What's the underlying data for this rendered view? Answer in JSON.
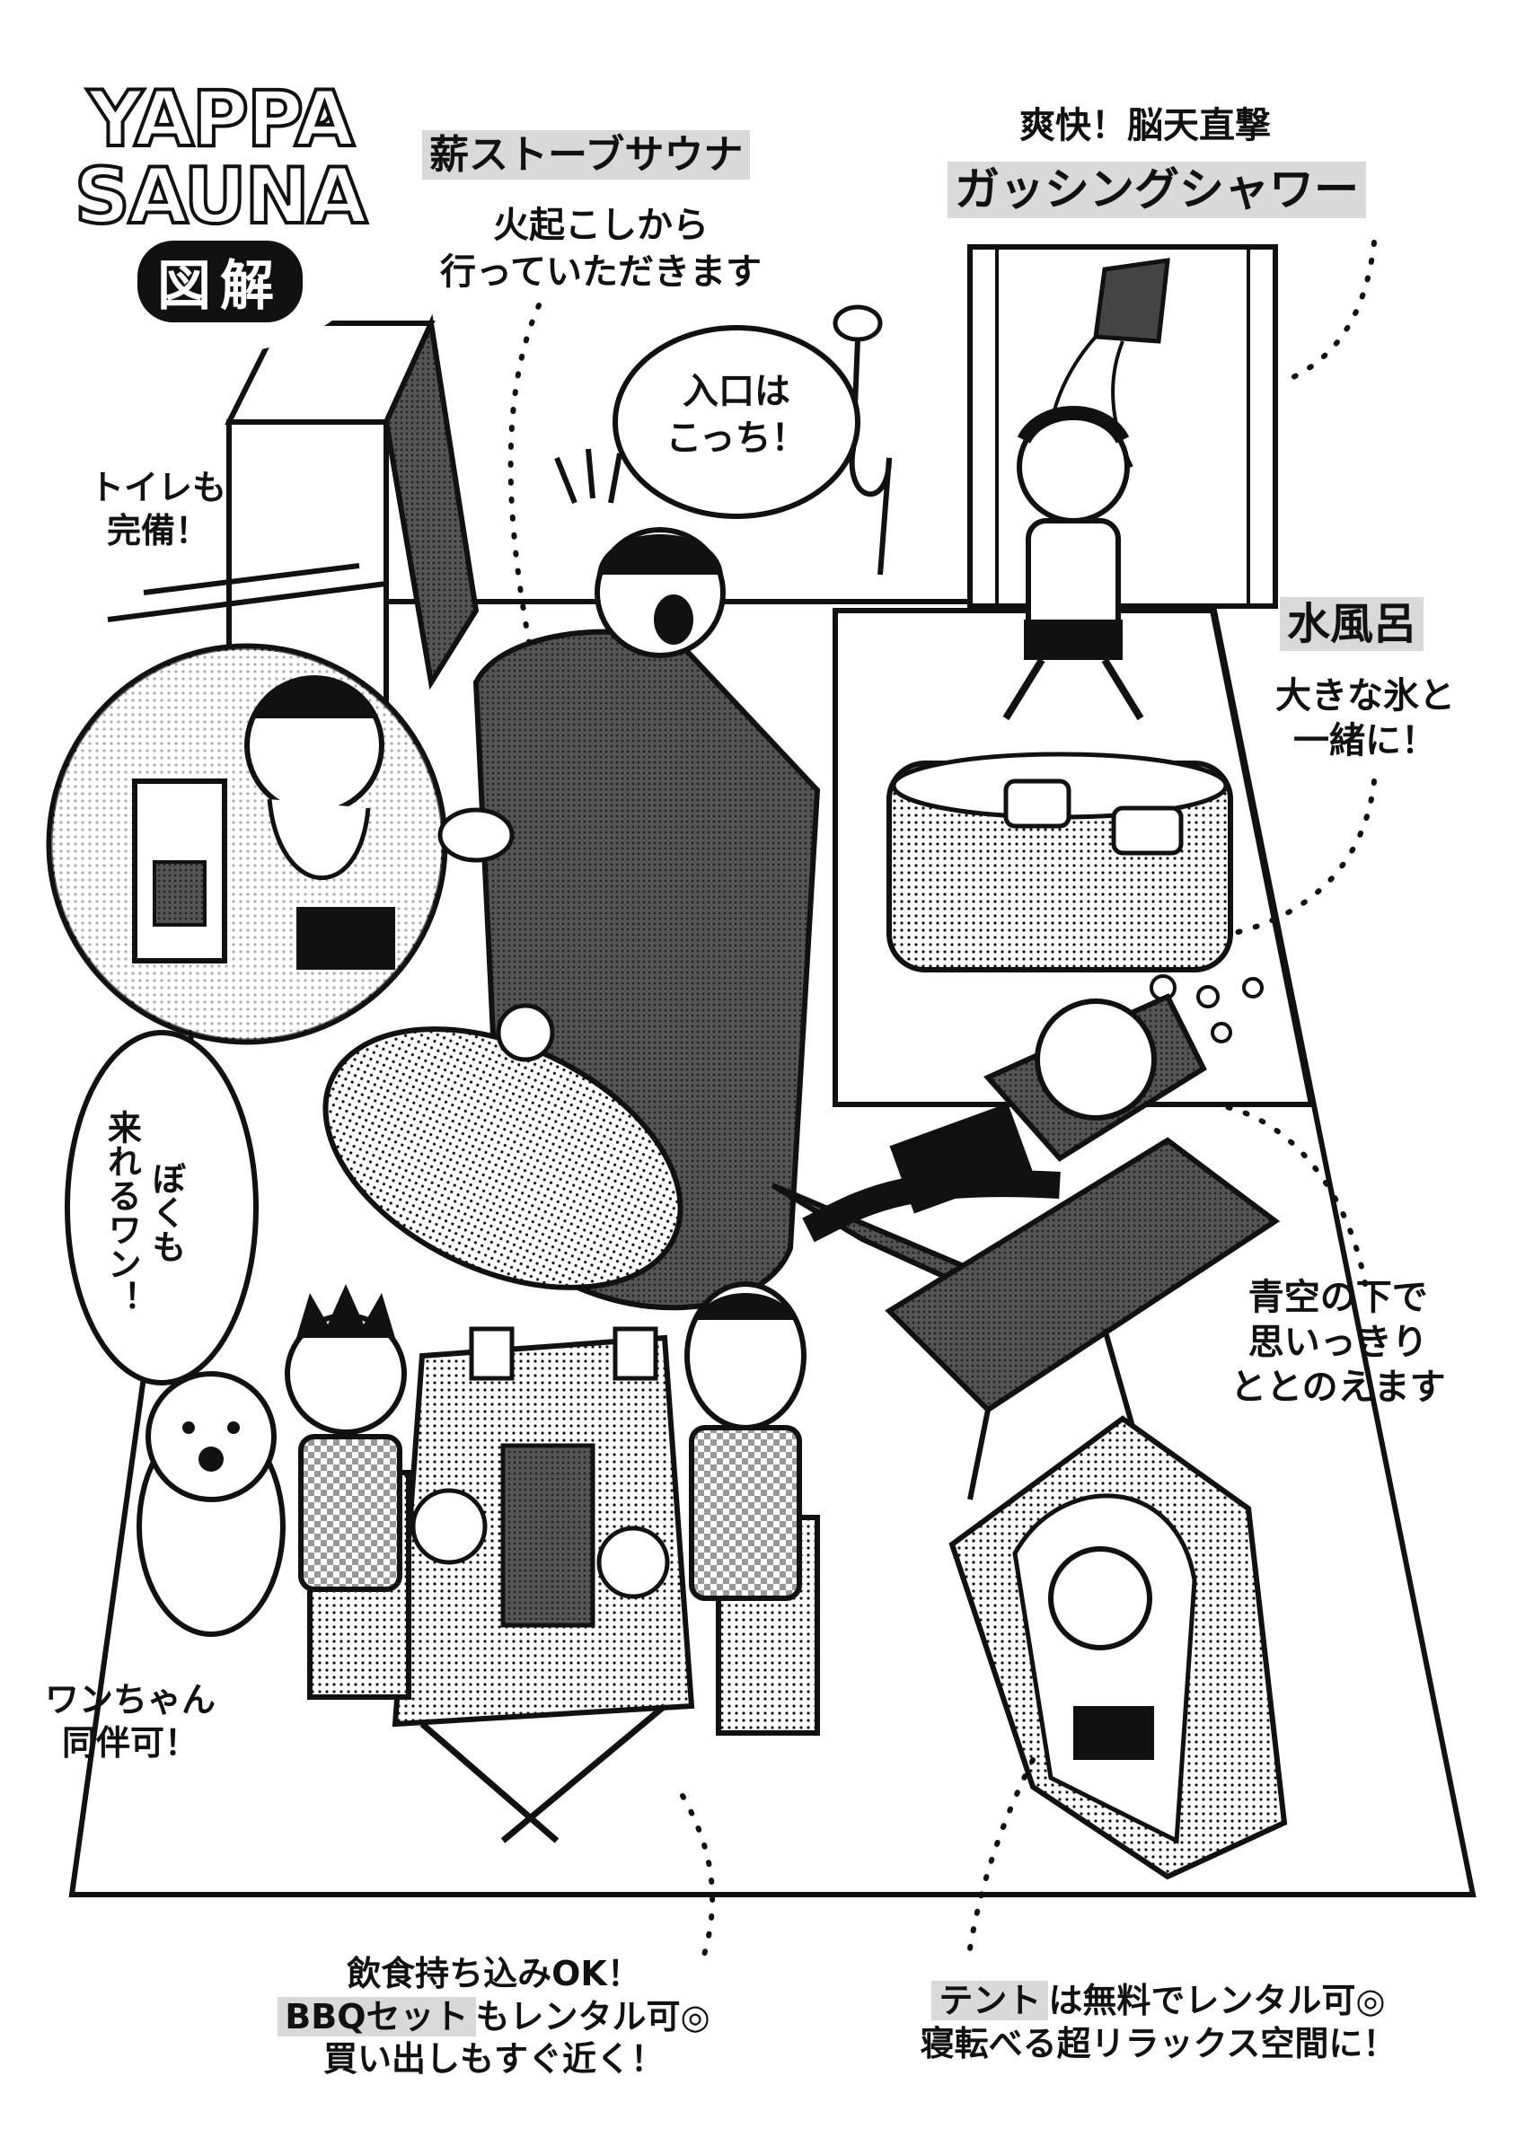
{
  "logo": {
    "line1": "YAPPA",
    "line2": "SAUNA",
    "badge": "図解"
  },
  "sauna": {
    "title": "薪ストーブサウナ",
    "desc": "火起こしから\n行っていただきます"
  },
  "shower": {
    "sub": "爽快！脳天直撃",
    "title": "ガッシングシャワー"
  },
  "entrance_bubble": "入口は\nこっち！",
  "toilet": "トイレも\n完備！",
  "cold_bath": {
    "title": "水風呂",
    "desc": "大きな氷と\n一緒に！"
  },
  "dog_bubble": "ぼくも\n来れるワン！",
  "dog_label": "ワンちゃん\n同伴可！",
  "outdoor": "青空の下で\n思いっきり\nととのえます",
  "food": {
    "line1": "飲食持ち込みOK！",
    "line2_hl": "BBQセット",
    "line2_rest": "もレンタル可◎",
    "line3": "買い出しもすぐ近く！"
  },
  "tent": {
    "hl": "テント",
    "line1_rest": "は無料でレンタル可◎",
    "line2": "寝転べる超リラックス空間に！"
  },
  "colors": {
    "ink": "#111111",
    "highlight": "#d9d9d9",
    "paper": "#ffffff",
    "tone": "#8a8a8a"
  }
}
